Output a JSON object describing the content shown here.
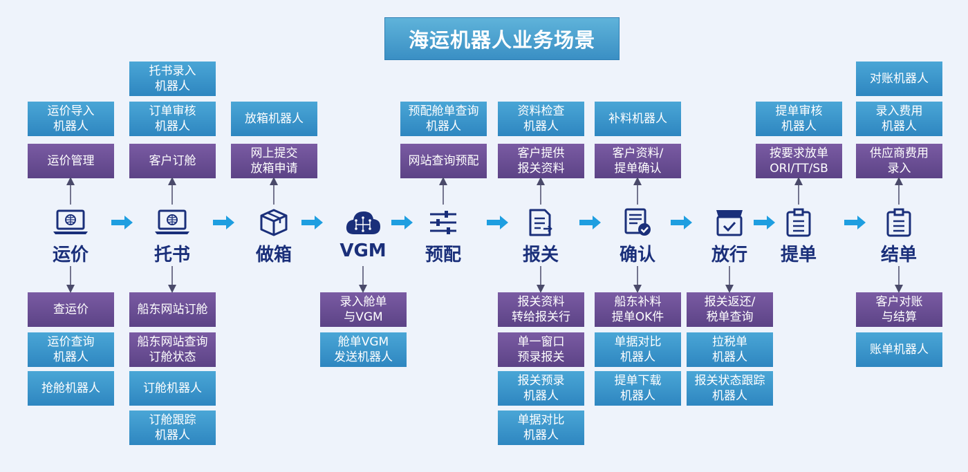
{
  "title": "海运机器人业务场景",
  "colors": {
    "node_label": "#1a2f7a",
    "blue_box": "#3a96cc",
    "purple_box": "#6a4e95",
    "arrow": "#1e9ee0"
  },
  "stages": [
    {
      "label": "运价",
      "icon": "laptop-globe-icon"
    },
    {
      "label": "托书",
      "icon": "laptop-globe-icon"
    },
    {
      "label": "做箱",
      "icon": "box-package-icon"
    },
    {
      "label": "VGM",
      "icon": "cloud-network-icon"
    },
    {
      "label": "预配",
      "icon": "sliders-icon"
    },
    {
      "label": "报关",
      "icon": "document-arrow-icon"
    },
    {
      "label": "确认",
      "icon": "document-check-icon"
    },
    {
      "label": "放行",
      "icon": "box-check-icon"
    },
    {
      "label": "提单",
      "icon": "clipboard-icon"
    },
    {
      "label": "结单",
      "icon": "clipboard-icon"
    }
  ],
  "boxes": {
    "yunjia": {
      "top_robot": "运价导入\n机器人",
      "top_manage": "运价管理",
      "bottom": [
        "查运价",
        "运价查询\n机器人",
        "抢舱机器人"
      ]
    },
    "tuoshu": {
      "top_robot1": "托书录入\n机器人",
      "top_robot2": "订单审核\n机器人",
      "top_manage": "客户订舱",
      "bottom": [
        "船东网站订舱",
        "船东网站查询\n订舱状态",
        "订舱机器人",
        "订舱跟踪\n机器人"
      ]
    },
    "zuoxiang": {
      "top_robot": "放箱机器人",
      "top_manage": "网上提交\n放箱申请"
    },
    "vgm": {
      "bottom": [
        "录入舱单\n与VGM",
        "舱单VGM\n发送机器人"
      ]
    },
    "yupei": {
      "top_robot": "预配舱单查询\n机器人",
      "top_manage": "网站查询预配"
    },
    "baoguan": {
      "top_robot": "资料检查\n机器人",
      "top_manage": "客户提供\n报关资料",
      "bottom": [
        "报关资料\n转给报关行",
        "单一窗口\n预录报关",
        "报关预录\n机器人",
        "单据对比\n机器人"
      ]
    },
    "queren": {
      "top_robot": "补料机器人",
      "top_manage": "客户资料/\n提单确认",
      "bottom": [
        "船东补料\n提单OK件",
        "单据对比\n机器人",
        "提单下载\n机器人"
      ]
    },
    "fangxing": {
      "bottom": [
        "报关返还/\n税单查询",
        "拉税单\n机器人",
        "报关状态跟踪\n机器人"
      ]
    },
    "tidan": {
      "top_robot": "提单审核\n机器人",
      "top_manage": "按要求放单\nORI/TT/SB"
    },
    "jiedan": {
      "top_robot1": "对账机器人",
      "top_robot2": "录入费用\n机器人",
      "top_manage": "供应商费用\n录入",
      "bottom": [
        "客户对账\n与结算",
        "账单机器人"
      ]
    }
  }
}
